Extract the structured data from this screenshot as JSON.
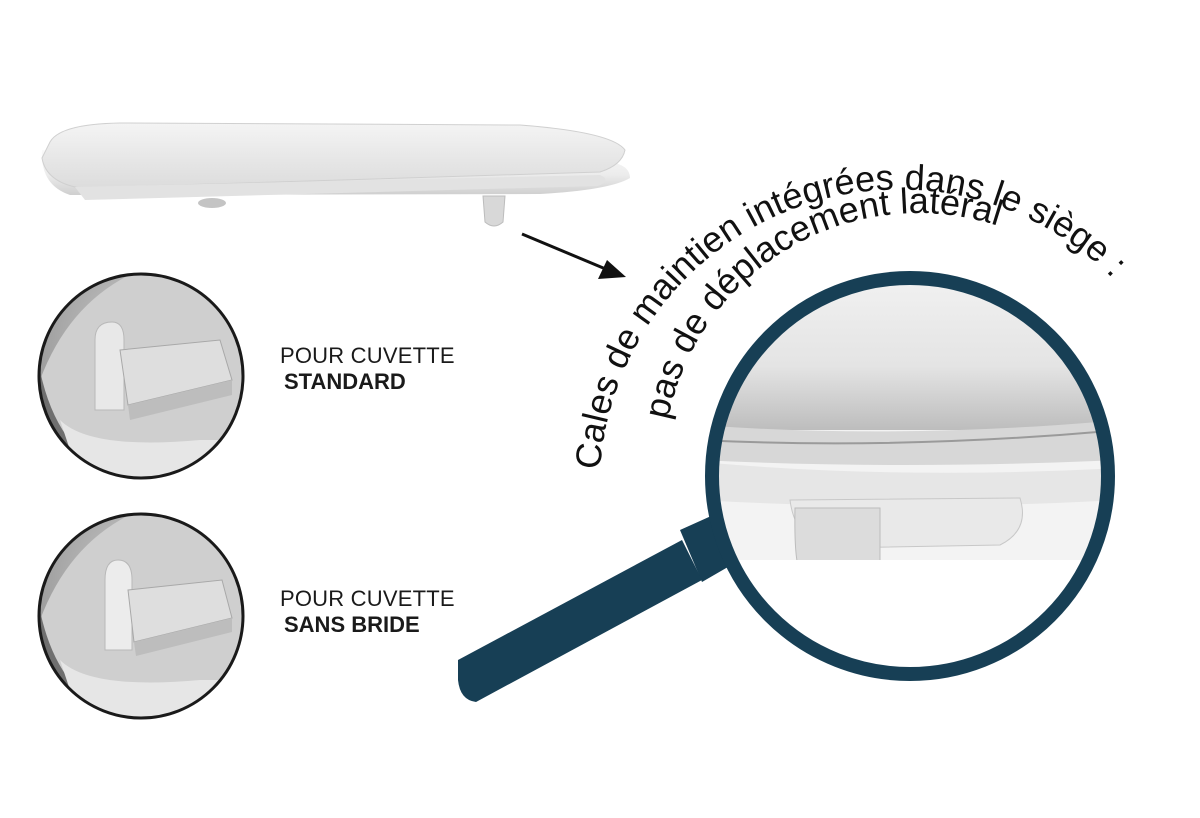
{
  "callout": {
    "line1": "Cales de maintien intégrées dans le siège :",
    "line2": "pas de déplacement latéral"
  },
  "options": [
    {
      "line1": "POUR CUVETTE",
      "line2": "STANDARD"
    },
    {
      "line1": "POUR CUVETTE",
      "line2": "SANS BRIDE"
    }
  ],
  "colors": {
    "magnifier": "#173f55",
    "text": "#1a1a1a",
    "circle_border": "#1a1a1a"
  }
}
